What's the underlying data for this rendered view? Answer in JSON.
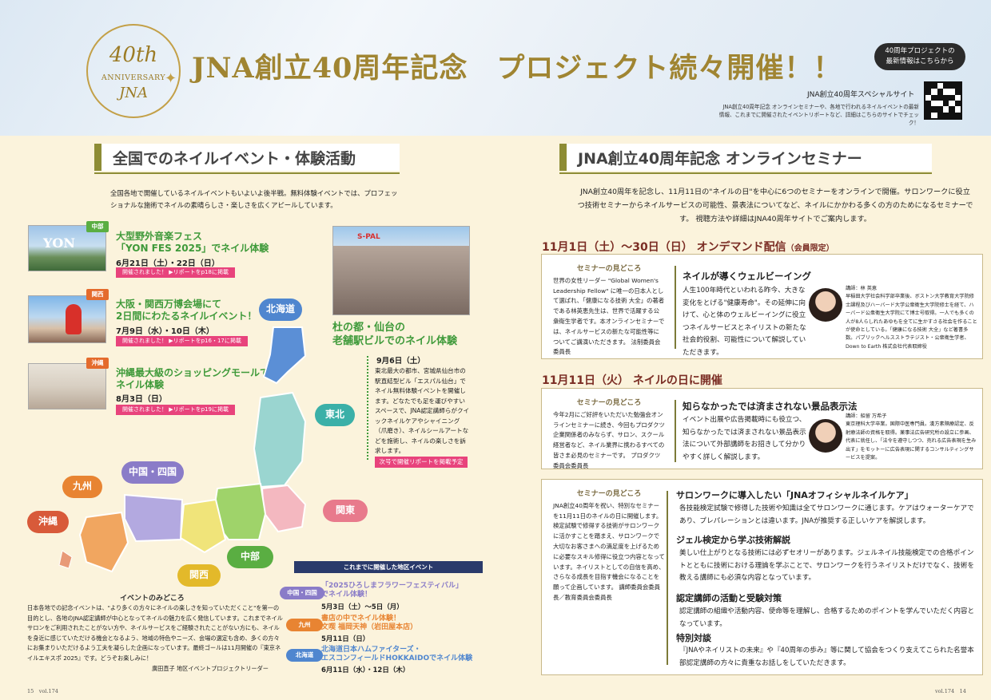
{
  "header": {
    "emblem": {
      "num": "40th",
      "text": "ANNIVERSARY",
      "brand": "JNA"
    },
    "title": "JNA創立40周年記念　プロジェクト続々開催！！",
    "bubble": [
      "40周年プロジェクトの",
      "最新情報はこちらから"
    ],
    "site": "JNA創立40周年スペシャルサイト",
    "site_desc": "JNA創立40周年記念 オンラインセミナーや、各地で行われるネイルイベントの最新情報、これまでに開催されたイベントリポートなど、詳細はこちらのサイトでチェック！"
  },
  "left": {
    "section_title": "全国でのネイルイベント・体験活動",
    "lead": "全国各地で開催しているネイルイベントもいよいよ後半戦。無料体験イベントでは、プロフェッショナルな施術でネイルの素晴らしさ・楽しさを広くアピールしています。",
    "events": [
      {
        "region": "中部",
        "title1": "大型野外音楽フェス",
        "title2": "「YON FES 2025」でネイル体験",
        "date": "6月21日（土）・22日（日）",
        "report": "開催されました！ ▶リポートをp18に掲載"
      },
      {
        "region": "関西",
        "title1": "大阪・関西万博会場にて",
        "title2": "2日間にわたるネイルイベント！",
        "date": "7月9日（水）・10日（木）",
        "report": "開催されました！ ▶リポートをp16・17に掲載"
      },
      {
        "region": "沖縄",
        "title1": "沖縄最大級のショッピングモールで",
        "title2": "ネイル体験",
        "date": "8月3日（日）",
        "report": "開催されました！ ▶リポートをp19に掲載"
      }
    ],
    "map_labels": {
      "hokkaido": "北海道",
      "tohoku": "東北",
      "kanto": "関東",
      "chubu": "中部",
      "kansai": "関西",
      "chugoku": "中国・四国",
      "kyushu": "九州",
      "okinawa": "沖縄"
    },
    "photo_text": {
      "yon": "YON",
      "spal": "S-PAL"
    },
    "sendai": {
      "title1": "杜の都・仙台の",
      "title2": "老舗駅ビルでのネイル体験",
      "date": "9月6日（土）",
      "body": "東北最大の都市、宮城県仙台市の駅直結型ビル「エスパル仙台」でネイル無料体験イベントを開催します。どなたでも足を運びやすいスペースで、JNA認定講師らがクイックネイルケアやシャイニング（爪磨き）、ネイルシールアートなどを施術し、ネイルの楽しさを訴求します。",
      "next": "次号で開催リポートを掲載予定"
    },
    "midokoro": {
      "title": "イベントのみどころ",
      "body": "日本各地での記念イベントは、\"より多くの方々にネイルの楽しさを知っていただくこと\"を第一の目的とし、各地のJNA認定講師が中心となってネイルの魅力を広く発信しています。これまでネイルサロンをご利用されたことがない方や、ネイルサービスをご経験されたことがない方にも、ネイルを身近に感じていただける機会となるよう、地域の特色やニーズ、会場の選定も含め、多くの方々にお集まりいただけるよう工夫を凝らした企画になっています。最終ゴールは11月開催の『東京ネイルエキスポ 2025』です。どうぞお楽しみに！",
      "author": "廣田直子 地区イベントプロジェクトリーダー"
    },
    "past": {
      "head": "これまでに開催した地区イベント",
      "items": [
        {
          "tag": "中国・四国",
          "t1": "「2025ひろしまフラワーフェスティバル」",
          "t2": "でネイル体験！",
          "date": "5月3日（土）〜5日（月）"
        },
        {
          "tag": "九州",
          "t1": "書店の中でネイル体験！",
          "t2": "文喫 福岡天神（岩田屋本店）",
          "date": "5月11日（日）"
        },
        {
          "tag": "北海道",
          "t1": "北海道日本ハムファイターズ・",
          "t2": "エスコンフィールドHOKKAIDOでネイル体験",
          "date": "6月11日（水）・12日（木）"
        }
      ]
    },
    "footer": {
      "page": "15",
      "vol": "vol.174"
    }
  },
  "right": {
    "section_title": "JNA創立40周年記念 オンラインセミナー",
    "intro": "JNA創立40周年を記念し、11月11日の\"ネイルの日\"を中心に6つのセミナーをオンラインで開催。サロンワークに役立つ技術セミナーからネイルサービスの可能性、景表法についてなど、ネイルにかかわる多くの方のためになるセミナーです。 視聴方法や詳細はJNA40周年サイトでご案内します。",
    "date1": {
      "main": "11月1日（土）〜30日（日） オンデマンド配信",
      "sub": "（会員限定）"
    },
    "date2": "11月11日（火） ネイルの日に開催",
    "mido_head": "セミナーの見どころ",
    "cards": [
      {
        "mido": "世界の女性リーダー \"Global Women's Leadership Fellow\" に唯一の日本人として選ばれ、「健康になる技術 大全」の著者である林英恵先生は、世界で活躍する公衆衛生学者です。本オンラインセミナーでは、ネイルサービスの新たな可能性等についてご講演いただきます。",
        "mido_by": "法制委員会委員長",
        "title": "ネイルが導くウェルビーイング",
        "body": "人生100年時代といわれる昨今、大きな変化をとげる\"健康寿命\"。その延伸に向けて、心と体のウェルビーイングに役立つネイルサービスとネイリストの新たな社会的役割、可能性について解説していただきます。",
        "speaker_name": "講師：林 英恵",
        "speaker_bio": "早稲田大学社会科学部卒業後、ボストン大学教育大学院修士課程及びハーバード大学公衆衛生大学院修士を経て、ハーバード公衆衛生大学院にて博士号取得。一人でも多くの人が8人らしれたあゆもを全てに生かすさる社会を作ることが使命としている。「健康になる技術 大全」など著書多数。パブリックヘルスストラテジスト・公衆衛生学者、Down to Earth 株式会社代表取締役"
      },
      {
        "mido": "今年2月にご好評をいただいた勉強会オンラインセミナーに続き、今回もプロダクツ企業関係者のみならず、サロン、スクール経営者など、ネイル業界に携わるすべての皆さま必見のセミナーです。",
        "mido_by": "プロダクツ委員会委員長",
        "title": "知らなかったでは済まされない景品表示法",
        "body": "イベント出展や広告掲載時にも役立つ、知らなかったでは済まされない景品表示法について外部講師をお招きして分かりやすく詳しく解説します。",
        "speaker_name": "講師：船留 万希子",
        "speaker_bio": "東京理科大学卒業。国際中医専門員。漢方素隔療認定、反射療法師の資格を取得。薬事法広告研究所の設立に参画、代表に就任し、「法令を遵守しつつ、売れる広告表現を生み出す」をモットーに広告表現に関するコンサルティングサービスを提案。"
      },
      {
        "mido": "JNA創立40周年を祝い、特別なセミナーを11月11日のネイルの日に開催します。検定試験で修得する技術がサロンワークに活かすことを踏まえ、サロンワークで大切なお客さまへの満足度を上げるために必要なスキル修得に役立つ内容となっています。ネイリストとしての自信を高め、さらなる成長を目指す機会になることを願って企画しています。",
        "mido_by": "講師委員会委員長／教育委員会委員長",
        "items": [
          {
            "title": "サロンワークに導入したい「JNAオフィシャルネイルケア」",
            "body": "各技能検定試験で修得した技術や知識は全てサロンワークに通じます。ケアはウォーターケアであり、プレパレーションとは違います。JNAが推奨する正しいケアを解説します。"
          },
          {
            "title": "ジェル検定から学ぶ技術解説",
            "body": "美しい仕上がりとなる技術には必ずセオリーがあります。ジェルネイル技能検定での合格ポイントとともに技術における理論を学ぶことで、サロンワークを行うネイリストだけでなく、技術を教える講師にも必須な内容となっています。"
          },
          {
            "title": "認定講師の活動と受験対策",
            "body": "認定講師の組織や活動内容、使命等を理解し、合格するためのポイントを学んでいただく内容となっています。"
          },
          {
            "title": "特別対談",
            "body": "『JNAやネイリストの未来』や『40周年の歩み』等に関して協会をつくり支えてこられた名誉本部認定講師の方々に貴重なお話しをしていただきます。"
          }
        ]
      }
    ],
    "footer": {
      "page": "14",
      "vol": "vol.174"
    }
  },
  "colors": {
    "olive": "#8d8c35",
    "gold": "#a08532",
    "green": "#3f9a3a",
    "pink": "#e8437c",
    "navy": "#2a3a6b",
    "maroon": "#7b2d24"
  }
}
